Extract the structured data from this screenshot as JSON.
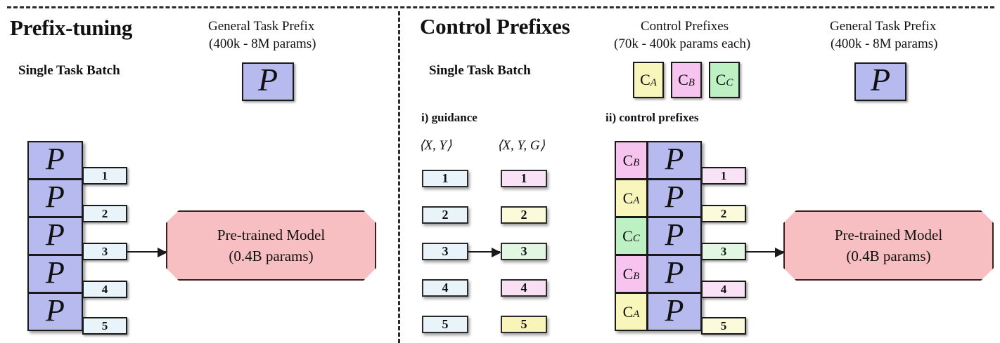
{
  "figure": {
    "dividers": {
      "horizontal": true,
      "vertical": true
    }
  },
  "left_panel": {
    "title": "Prefix-tuning",
    "batch_label": "Single Task Batch",
    "legend": {
      "line1": "General Task Prefix",
      "line2": "(400k - 8M params)",
      "glyph": "P"
    },
    "stack": {
      "prefix_glyph": "P",
      "rows": [
        {
          "num": "1",
          "color": "#e9f4fa"
        },
        {
          "num": "2",
          "color": "#e9f4fa"
        },
        {
          "num": "3",
          "color": "#e9f4fa"
        },
        {
          "num": "4",
          "color": "#e9f4fa"
        },
        {
          "num": "5",
          "color": "#e9f4fa"
        }
      ]
    },
    "model": {
      "line1": "Pre-trained Model",
      "line2": "(0.4B params)"
    }
  },
  "right_panel": {
    "title": "Control Prefixes",
    "batch_label": "Single Task Batch",
    "control_legend": {
      "line1": "Control Prefixes",
      "line2": "(70k - 400k params each)",
      "boxes": [
        {
          "label": "C",
          "sub": "A",
          "color": "#f8f6b9"
        },
        {
          "label": "C",
          "sub": "B",
          "color": "#f6c2ee"
        },
        {
          "label": "C",
          "sub": "C",
          "color": "#bdf0c2"
        }
      ]
    },
    "general_legend": {
      "line1": "General Task Prefix",
      "line2": "(400k - 8M params)",
      "glyph": "P"
    },
    "guidance": {
      "step_label": "i) guidance",
      "left_tuple": "⟨X, Y⟩",
      "right_tuple": "⟨X, Y, G⟩",
      "left_items": [
        {
          "num": "1",
          "color": "#e9f4fa"
        },
        {
          "num": "2",
          "color": "#e9f4fa"
        },
        {
          "num": "3",
          "color": "#e9f4fa"
        },
        {
          "num": "4",
          "color": "#e9f4fa"
        },
        {
          "num": "5",
          "color": "#e9f4fa"
        }
      ],
      "right_items": [
        {
          "num": "1",
          "color": "#fae2f6"
        },
        {
          "num": "2",
          "color": "#fbfadb"
        },
        {
          "num": "3",
          "color": "#e2f7e2"
        },
        {
          "num": "4",
          "color": "#f9dff4"
        },
        {
          "num": "5",
          "color": "#f9f5b8"
        }
      ]
    },
    "control_prefixes": {
      "step_label": "ii) control prefixes",
      "prefix_glyph": "P",
      "rows": [
        {
          "ctrl": "C",
          "sub": "B",
          "ctrl_color": "#f7c3ef",
          "num": "1",
          "num_color": "#fae2f6"
        },
        {
          "ctrl": "C",
          "sub": "A",
          "ctrl_color": "#f9f6bb",
          "num": "2",
          "num_color": "#fbfadb"
        },
        {
          "ctrl": "C",
          "sub": "C",
          "ctrl_color": "#bdf0c2",
          "num": "3",
          "num_color": "#e2f7e2"
        },
        {
          "ctrl": "C",
          "sub": "B",
          "ctrl_color": "#f7c3ef",
          "num": "4",
          "num_color": "#fae2f6"
        },
        {
          "ctrl": "C",
          "sub": "A",
          "ctrl_color": "#f9f6bb",
          "num": "5",
          "num_color": "#fbfadb"
        }
      ]
    },
    "model": {
      "line1": "Pre-trained Model",
      "line2": "(0.4B params)"
    }
  },
  "colors": {
    "prefix_blue": "#b7baef",
    "model_pink": "#f7bfc2",
    "batch_blue": "#e9f4fa",
    "ctrl_yellow": "#f9f6bb",
    "ctrl_pink": "#f7c3ef",
    "ctrl_green": "#bdf0c2"
  }
}
